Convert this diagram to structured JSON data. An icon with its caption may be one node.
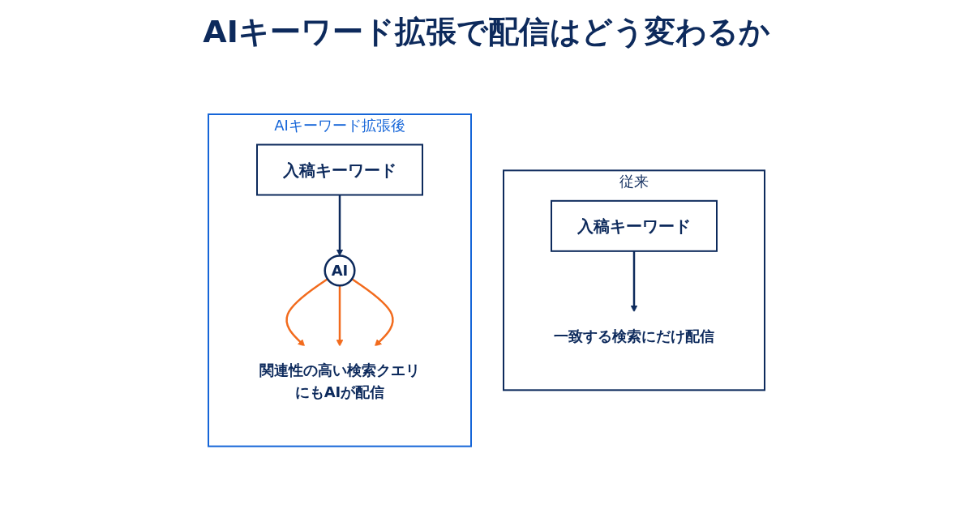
{
  "diagram": {
    "title": "AIキーワード拡張で配信はどう変わるか",
    "nodes": [
      {
        "text": [
          "従来"
        ]
      },
      {
        "text": [
          "入稿キーワード"
        ],
        "in": 0
      },
      {
        "text": [
          "一致する検索にだけ配信"
        ],
        "in": 0
      },
      {
        "text": [
          "AIキーワード拡張後"
        ]
      },
      {
        "text": [
          "入稿キーワード"
        ],
        "in": 3
      },
      {
        "text": [
          "AI"
        ],
        "in": 3
      },
      {
        "text": [
          "関連性の高い検索クエリにもAIが配信"
        ],
        "in": 3
      }
    ],
    "edges": [
      {
        "from": 1,
        "to": 2,
        "arrow": "to",
        "color": "#0d2a5c"
      },
      {
        "from": 4,
        "to": 5,
        "arrow": "to",
        "color": "#0d2a5c"
      },
      {
        "from": 5,
        "to": 6,
        "arrow": "to",
        "color": "#f26b1d"
      },
      {
        "from": 5,
        "to": 6,
        "arrow": "to",
        "color": "#f26b1d"
      },
      {
        "from": 5,
        "to": 6,
        "arrow": "to",
        "color": "#f26b1d"
      }
    ]
  }
}
